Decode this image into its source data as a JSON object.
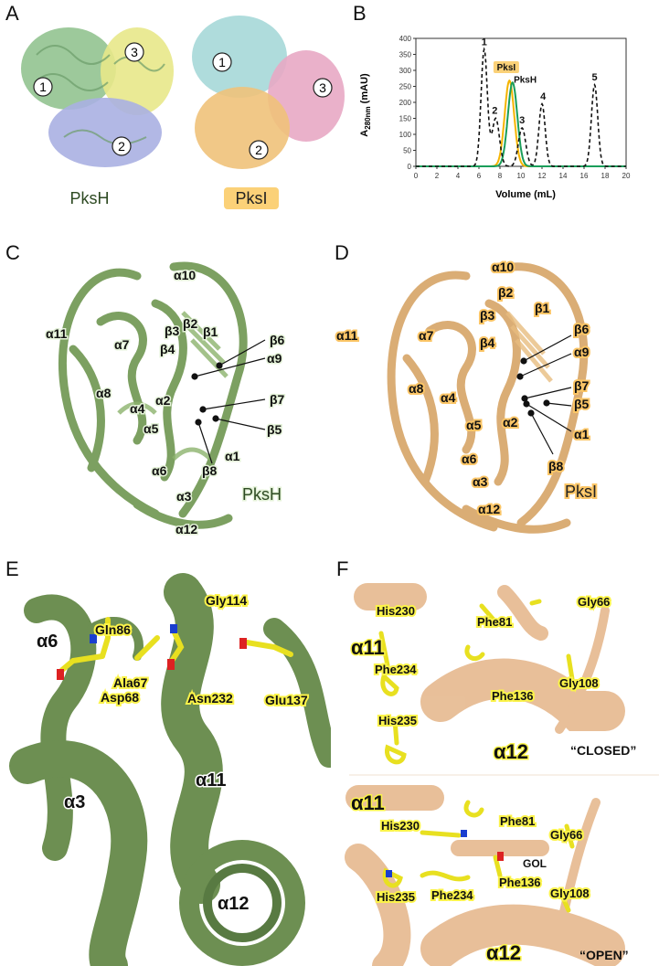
{
  "panels": {
    "A": {
      "label": "A",
      "proteins": [
        {
          "name": "PksH",
          "subunits": [
            "1",
            "2",
            "3"
          ]
        },
        {
          "name": "PksI",
          "subunits": [
            "1",
            "2",
            "3"
          ]
        }
      ]
    },
    "B": {
      "label": "B"
    },
    "C": {
      "label": "C",
      "protein": "PksH",
      "labels": [
        "α10",
        "α11",
        "α7",
        "β3",
        "β2",
        "β1",
        "β4",
        "β6",
        "α9",
        "α8",
        "α4",
        "α2",
        "α5",
        "β7",
        "β5",
        "α6",
        "β8",
        "α1",
        "α3",
        "α12"
      ]
    },
    "D": {
      "label": "D",
      "protein": "PksI",
      "labels": [
        "α10",
        "β2",
        "β3",
        "β1",
        "α11",
        "α7",
        "β6",
        "β4",
        "α9",
        "α8",
        "α4",
        "β7",
        "α5",
        "α2",
        "β5",
        "α1",
        "α6",
        "β8",
        "α3",
        "α12"
      ]
    },
    "E": {
      "label": "E",
      "labels": [
        "Gly114",
        "Gln86",
        "α6",
        "Ala67",
        "Asp68",
        "Asn232",
        "Glu137",
        "α11",
        "α3",
        "α12"
      ]
    },
    "F": {
      "label": "F",
      "closed": {
        "state": "“CLOSED”",
        "labels": [
          "Gly66",
          "His230",
          "Phe81",
          "α11",
          "Phe234",
          "Gly108",
          "Phe136",
          "His235",
          "α12"
        ]
      },
      "open": {
        "state": "“OPEN”",
        "labels": [
          "α11",
          "Phe81",
          "His230",
          "Gly66",
          "GOL",
          "His235",
          "Phe234",
          "Phe136",
          "Gly108",
          "α12"
        ]
      }
    }
  },
  "chart_data": {
    "type": "line",
    "title": "",
    "xlabel": "Volume (mL)",
    "ylabel": "A280nm (mAU)",
    "ylabel_main": "A",
    "ylabel_sub": "280nm",
    "ylabel_unit": " (mAU)",
    "xlim": [
      0,
      20
    ],
    "ylim": [
      0,
      400
    ],
    "xticks": [
      0,
      2,
      4,
      6,
      8,
      10,
      12,
      14,
      16,
      18,
      20
    ],
    "yticks": [
      0,
      50,
      100,
      150,
      200,
      250,
      300,
      350,
      400
    ],
    "series": [
      {
        "name": "PksI",
        "color": "#f5b400",
        "peaks": [
          {
            "x": 8.9,
            "y": 268,
            "w": 0.45
          }
        ]
      },
      {
        "name": "PksH",
        "color": "#1a9e5a",
        "peaks": [
          {
            "x": 9.2,
            "y": 262,
            "w": 0.45
          }
        ]
      },
      {
        "name": "",
        "color": "#111111",
        "dashed": true,
        "peaks": [
          {
            "x": 6.5,
            "y": 365,
            "w": 0.3
          },
          {
            "x": 7.6,
            "y": 150,
            "w": 0.35
          },
          {
            "x": 10.1,
            "y": 120,
            "w": 0.35
          },
          {
            "x": 12.0,
            "y": 195,
            "w": 0.3
          },
          {
            "x": 17.0,
            "y": 255,
            "w": 0.3
          }
        ]
      }
    ],
    "peak_labels": [
      {
        "text": "1",
        "x": 6.5,
        "y": 365
      },
      {
        "text": "2",
        "x": 7.5,
        "y": 150
      },
      {
        "text": "3",
        "x": 10.1,
        "y": 120
      },
      {
        "text": "4",
        "x": 12.1,
        "y": 195
      },
      {
        "text": "5",
        "x": 17.0,
        "y": 255
      }
    ],
    "legend": [
      {
        "text": "PksI",
        "color": "#f5b400",
        "x": 8.6,
        "y": 300
      },
      {
        "text": "PksH",
        "color": "#1a9e5a",
        "x": 10.4,
        "y": 262
      }
    ]
  }
}
